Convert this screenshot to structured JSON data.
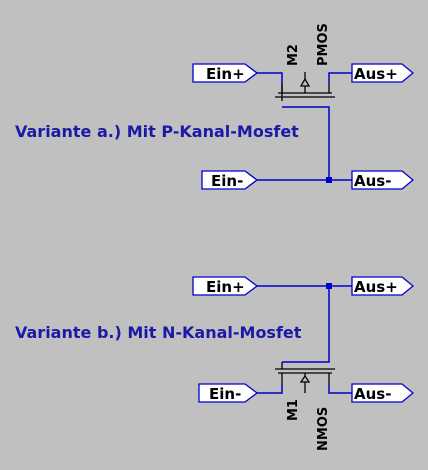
{
  "colors": {
    "background": "#c0c0c0",
    "wire": "#0000cc",
    "component": "#000000",
    "caption": "#1a1aa6"
  },
  "circuit_a": {
    "caption": "Variante a.) Mit P-Kanal-Mosfet",
    "in_plus": "Ein+",
    "in_minus": "Ein-",
    "out_plus": "Aus+",
    "out_minus": "Aus-",
    "device_name": "M2",
    "device_type": "PMOS"
  },
  "circuit_b": {
    "caption": "Variante b.) Mit N-Kanal-Mosfet",
    "in_plus": "Ein+",
    "in_minus": "Ein-",
    "out_plus": "Aus+",
    "out_minus": "Aus-",
    "device_name": "M1",
    "device_type": "NMOS"
  }
}
